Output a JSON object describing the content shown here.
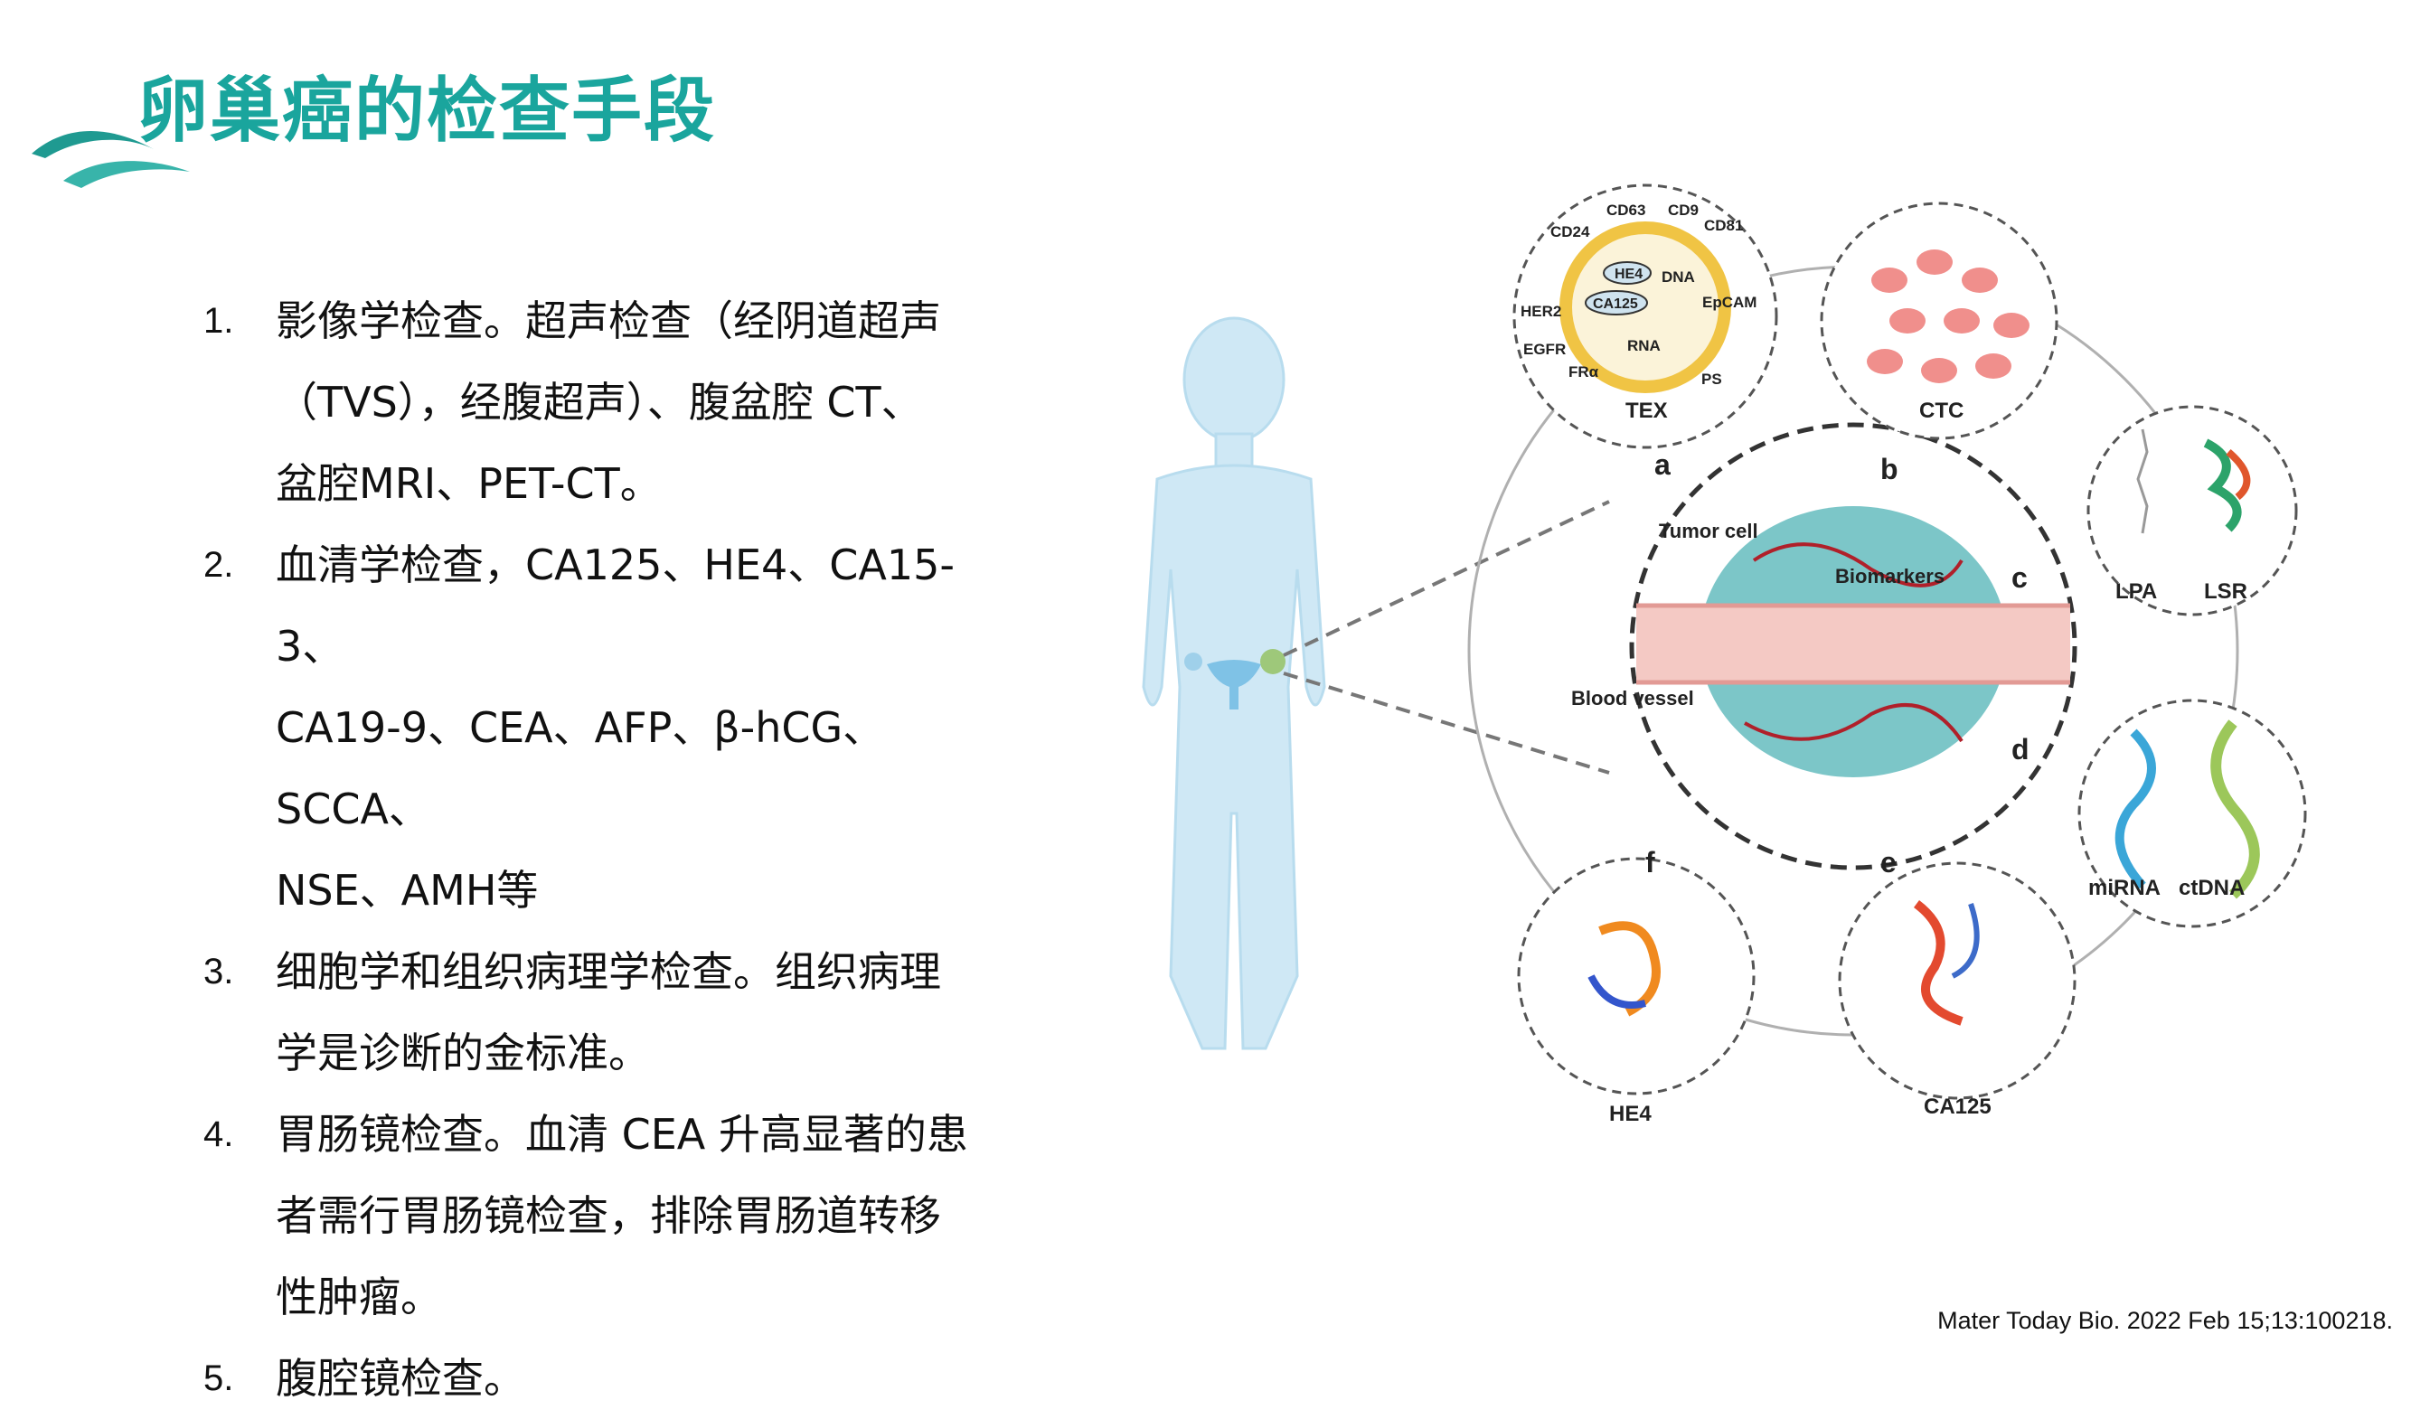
{
  "title": "卵巢癌的检查手段",
  "items": [
    {
      "num": "1.",
      "text": "影像学检查。超声检查（经阴道超声\n（TVS），经腹超声）、腹盆腔 CT、\n盆腔MRI、PET-CT。"
    },
    {
      "num": "2.",
      "text": "血清学检查，CA125、HE4、CA15-3、\nCA19-9、CEA、AFP、β-hCG、SCCA、\nNSE、AMH等"
    },
    {
      "num": "3.",
      "text": "细胞学和组织病理学检查。组织病理\n学是诊断的金标准。"
    },
    {
      "num": "4.",
      "text": "胃肠镜检查。血清 CEA 升高显著的患\n者需行胃肠镜检查，排除胃肠道转移\n性肿瘤。"
    },
    {
      "num": "5.",
      "text": "腹腔镜检查。"
    }
  ],
  "figure": {
    "tex_markers": [
      "CD63",
      "CD9",
      "CD24",
      "CD81",
      "HE4",
      "DNA",
      "CA125",
      "EpCAM",
      "HER2",
      "RNA",
      "EGFR",
      "FRα",
      "PS"
    ],
    "center_labels": {
      "tumor": "Tumor cell",
      "biomarkers": "Biomarkers",
      "vessel": "Blood vessel"
    },
    "panel_letters": [
      "a",
      "b",
      "c",
      "d",
      "e",
      "f"
    ],
    "nodes": {
      "tex": "TEX",
      "ctc": "CTC",
      "lpa": "LPA",
      "lsr": "LSR",
      "mirna": "miRNA",
      "ctdna": "ctDNA",
      "ca125": "CA125",
      "he4": "HE4"
    }
  },
  "citation": "Mater Today Bio. 2022 Feb 15;13:100218.",
  "colors": {
    "title": "#1aa59d",
    "body_silhouette": "#cfe8f5",
    "accent_wave": "#1f9a91"
  }
}
